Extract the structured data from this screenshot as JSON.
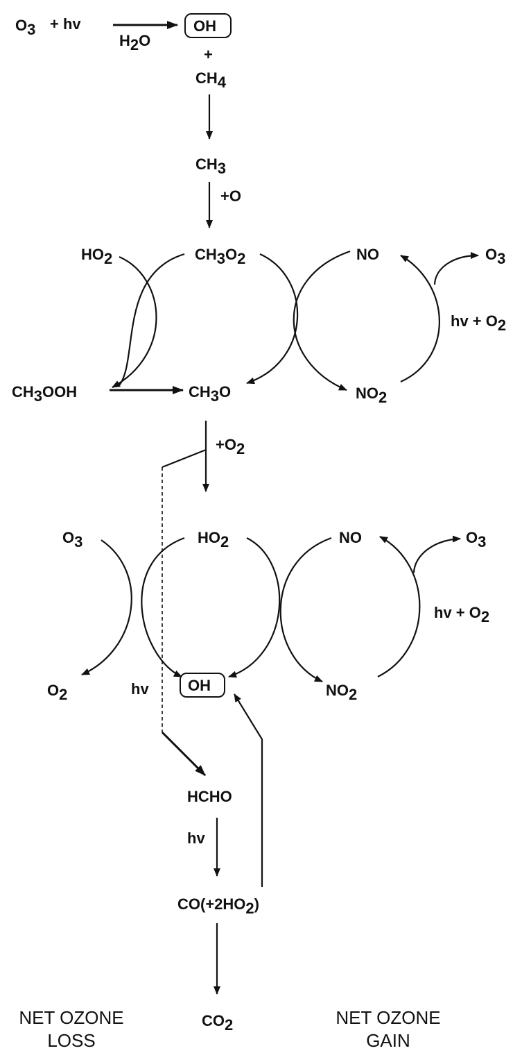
{
  "species": {
    "o3_top": {
      "main": "O",
      "sub": "3"
    },
    "plus_hv_top": {
      "main": "+  hv"
    },
    "h2o_top": {
      "main": "H",
      "sub": "2",
      "tail": "O"
    },
    "oh_top": {
      "main": "OH"
    },
    "plus_ch4": {
      "main": "+"
    },
    "ch4": {
      "main": "CH",
      "sub": "4"
    },
    "ch3": {
      "main": "CH",
      "sub": "3"
    },
    "plus_o": {
      "main": "+O"
    },
    "ho2_upper": {
      "main": "HO",
      "sub": "2"
    },
    "ch3o2": {
      "main": "CH",
      "sub": "3",
      "tail": "O",
      "sub2": "2"
    },
    "no_upper": {
      "main": "NO"
    },
    "o3_upper_right": {
      "main": "O",
      "sub": "3"
    },
    "hv_o2_upper": {
      "main": "hv + O",
      "sub": "2"
    },
    "ch3ooh": {
      "main": "CH",
      "sub": "3",
      "tail": "OOH"
    },
    "ch3o": {
      "main": "CH",
      "sub": "3",
      "tail": "O"
    },
    "no2_upper": {
      "main": "NO",
      "sub": "2"
    },
    "plus_o2": {
      "main": "+O",
      "sub": "2"
    },
    "o3_lower_left": {
      "main": "O",
      "sub": "3"
    },
    "ho2_lower": {
      "main": "HO",
      "sub": "2"
    },
    "no_lower": {
      "main": "NO"
    },
    "o3_lower_right": {
      "main": "O",
      "sub": "3"
    },
    "hv_o2_lower": {
      "main": "hv + O",
      "sub": "2"
    },
    "o2_lower_left": {
      "main": "O",
      "sub": "2"
    },
    "hv_left": {
      "main": "hv"
    },
    "oh_lower": {
      "main": "OH"
    },
    "no2_lower": {
      "main": "NO",
      "sub": "2"
    },
    "hcho": {
      "main": "HCHO"
    },
    "hv_hcho": {
      "main": "hv"
    },
    "co": {
      "main": "CO(+2HO",
      "sub": "2",
      "tail": ")"
    },
    "co2": {
      "main": "CO",
      "sub": "2"
    }
  },
  "captions": {
    "loss_line1": "NET OZONE",
    "loss_line2": "LOSS",
    "gain_line1": "NET OZONE",
    "gain_line2": "GAIN"
  }
}
